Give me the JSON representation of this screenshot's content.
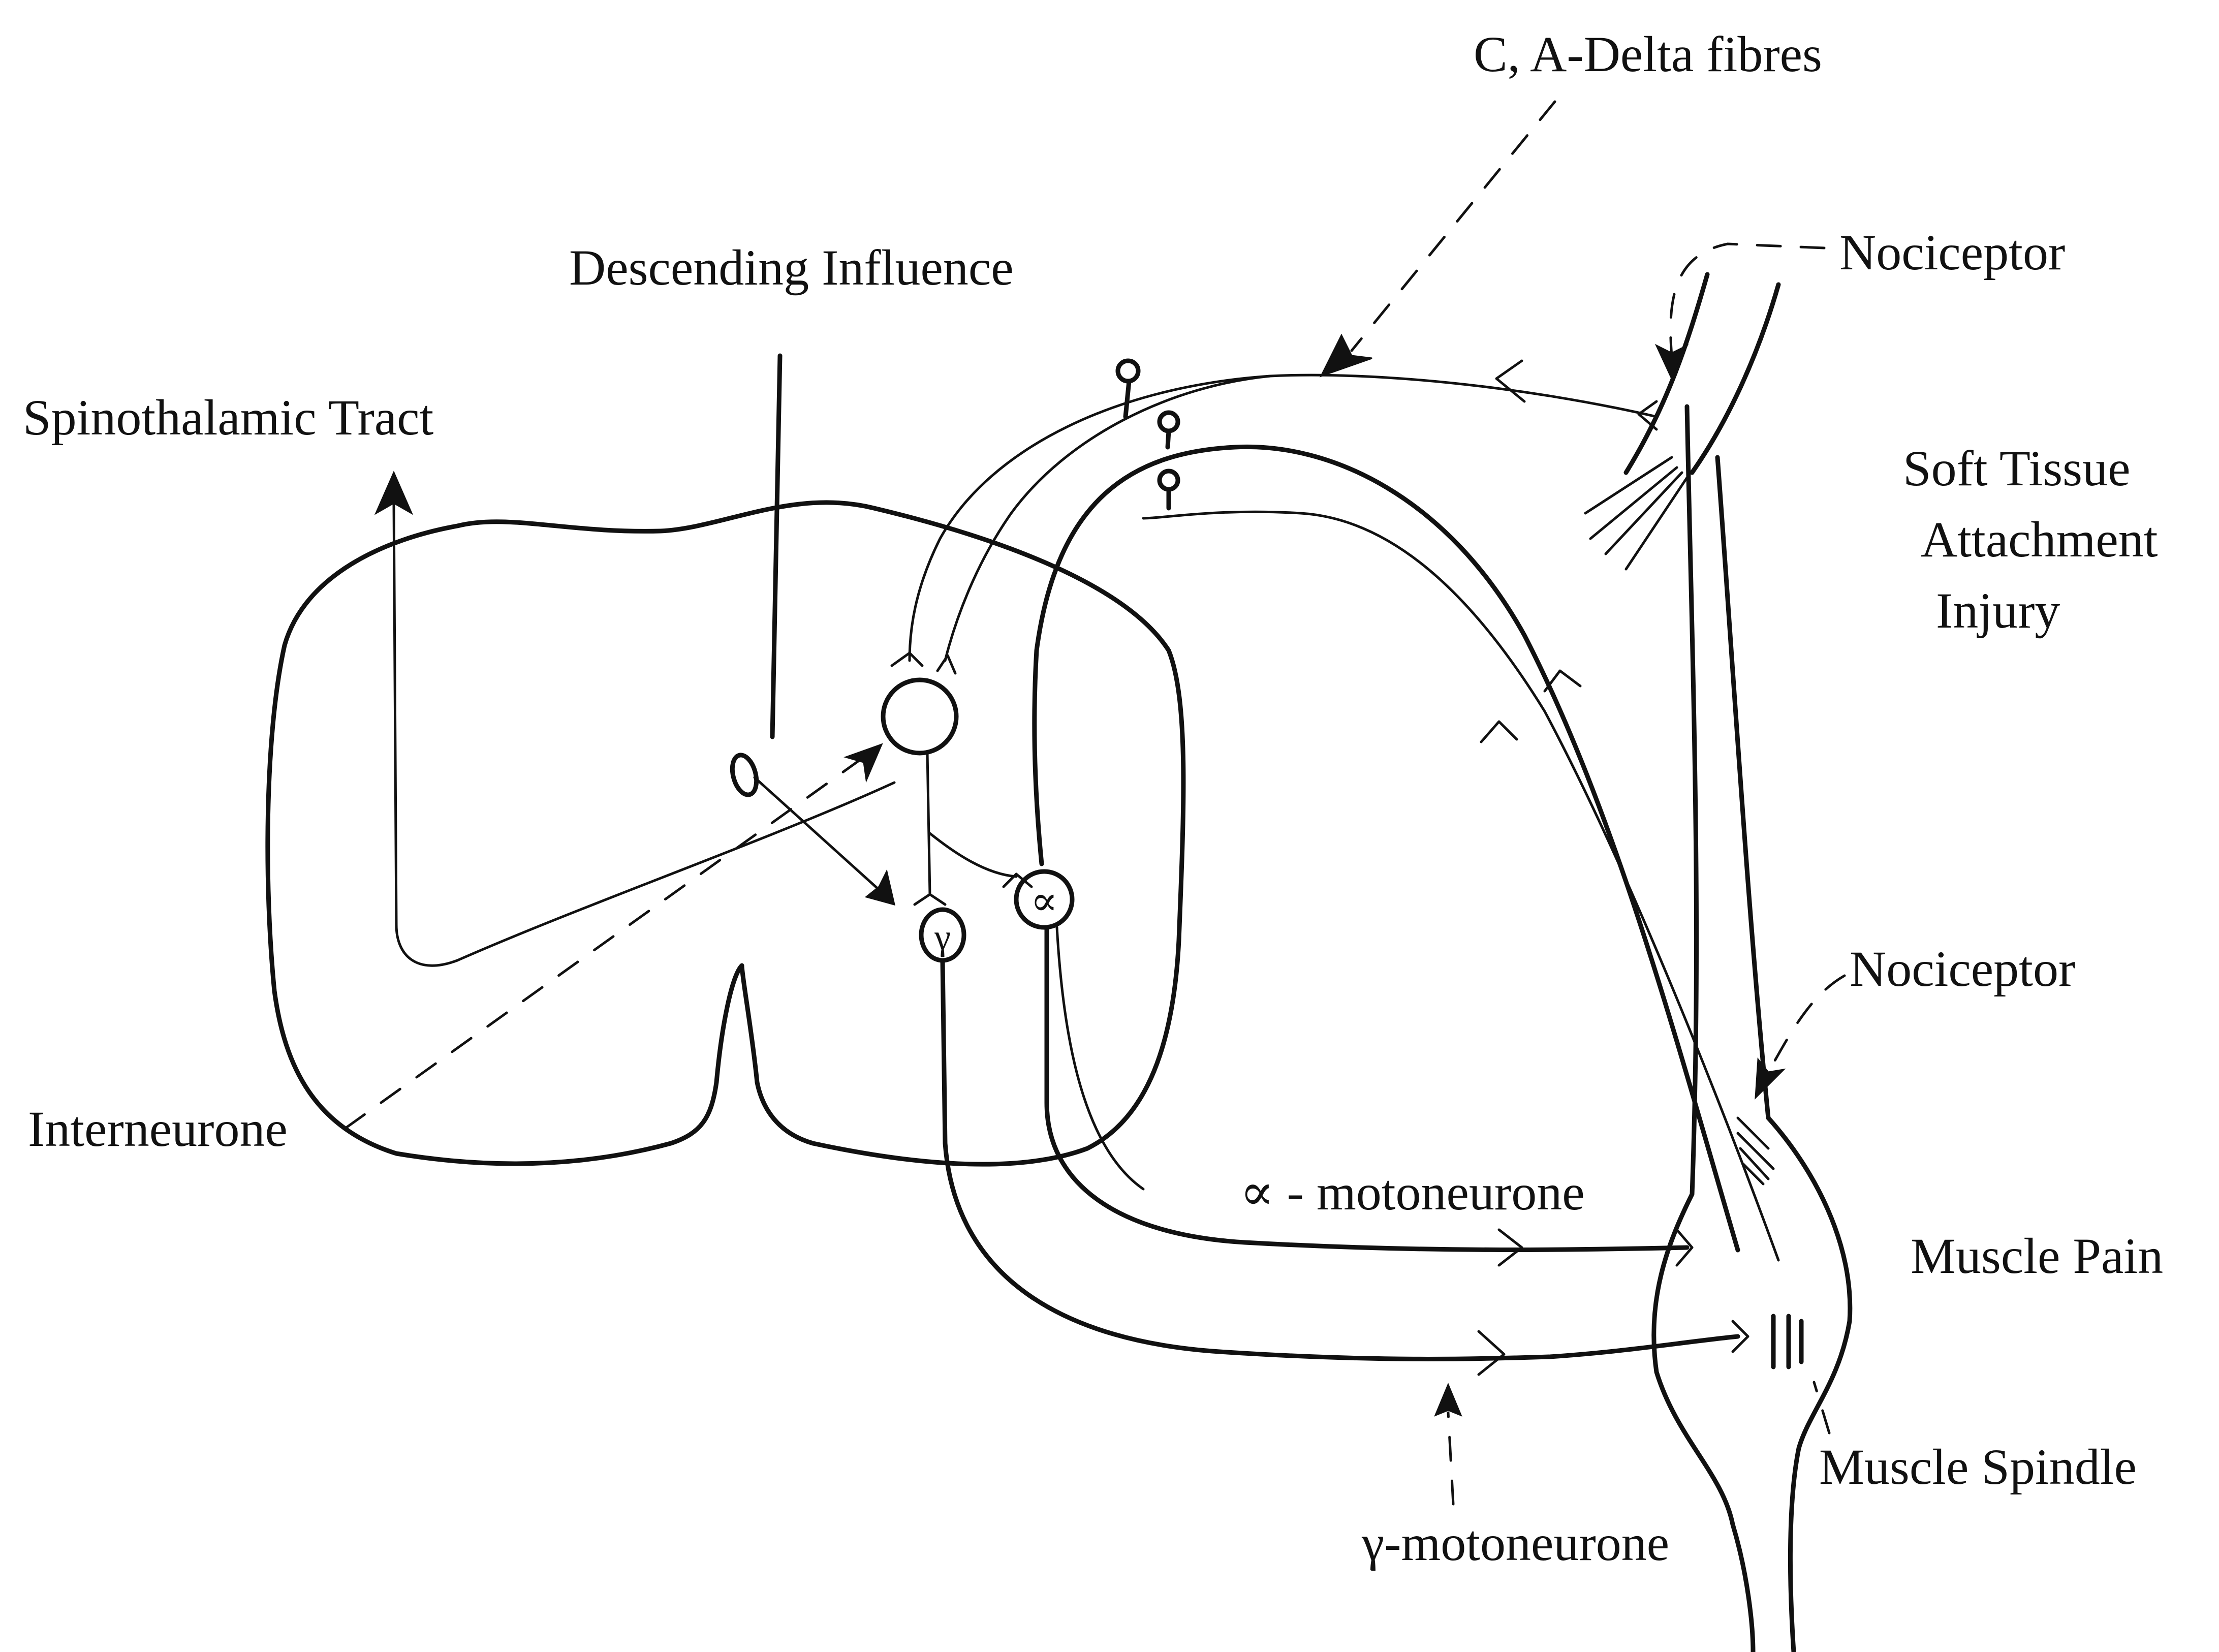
{
  "labels": {
    "c_adelta_fibres": "C, A-Delta fibres",
    "nociceptor_top": "Nociceptor",
    "descending_influence": "Descending Influence",
    "spinothalamic_tract": "Spinothalamic Tract",
    "soft_tissue_line1": "Soft  Tissue",
    "soft_tissue_line2": "Attachment",
    "soft_tissue_line3": "Injury",
    "nociceptor_mid": "Nociceptor",
    "interneurone": "Interneurone",
    "alpha_motoneurone": "∝ - motoneurone",
    "muscle_pain": "Muscle Pain",
    "muscle_spindle": "Muscle Spindle",
    "gamma_motoneurone": "γ-motoneurone"
  },
  "cell_symbols": {
    "alpha": "∝",
    "gamma": "γ"
  }
}
